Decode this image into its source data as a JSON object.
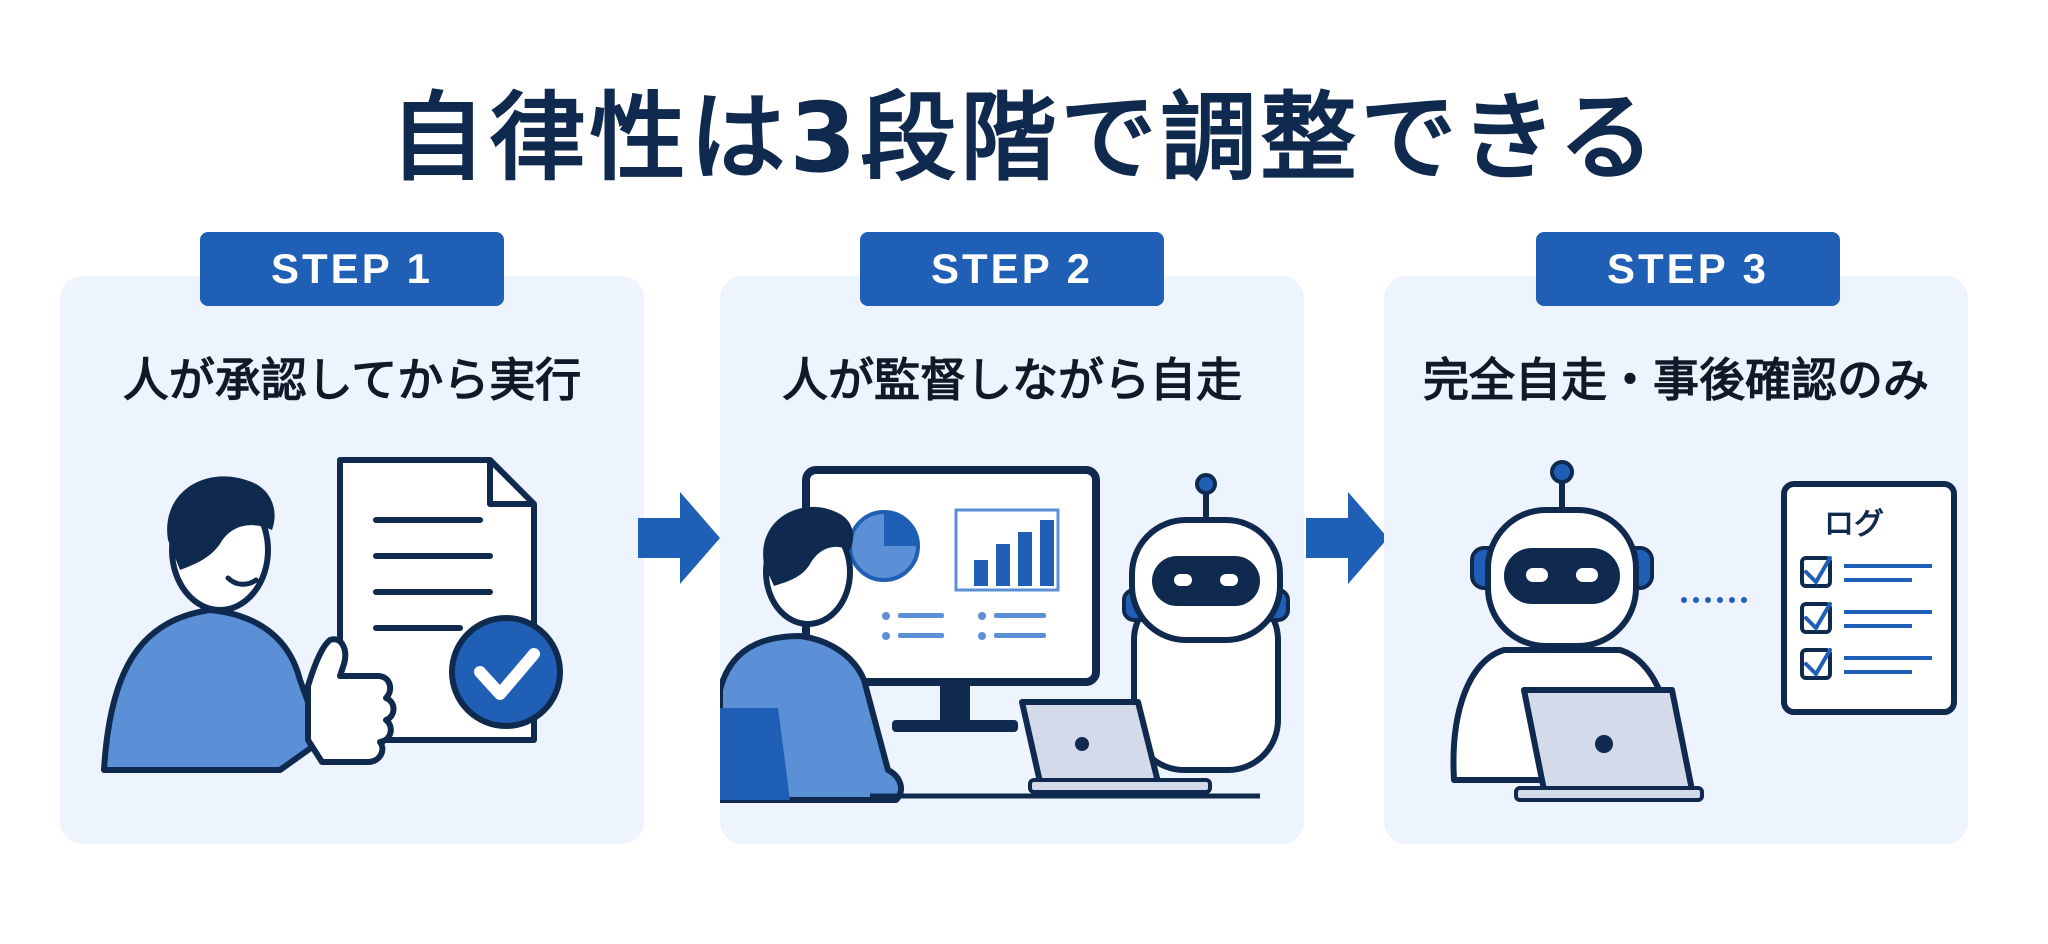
{
  "title": "自律性は3段階で調整できる",
  "steps": [
    {
      "badge": "STEP 1",
      "caption": "人が承認してから実行"
    },
    {
      "badge": "STEP 2",
      "caption": "人が監督しながら自走"
    },
    {
      "badge": "STEP 3",
      "caption": "完全自走・事後確認のみ"
    }
  ],
  "log_label": "ログ",
  "colors": {
    "navy": "#0f2a4e",
    "accent_blue": "#1f5fb5",
    "card_bg": "#eef4fd",
    "light_blue": "#5b8fd6"
  },
  "icons": [
    "person-icon",
    "document-icon",
    "thumbs-up-icon",
    "check-circle-icon",
    "monitor-icon",
    "pie-chart-icon",
    "bar-chart-icon",
    "robot-icon",
    "laptop-icon",
    "log-checklist-icon",
    "arrow-right-icon"
  ]
}
